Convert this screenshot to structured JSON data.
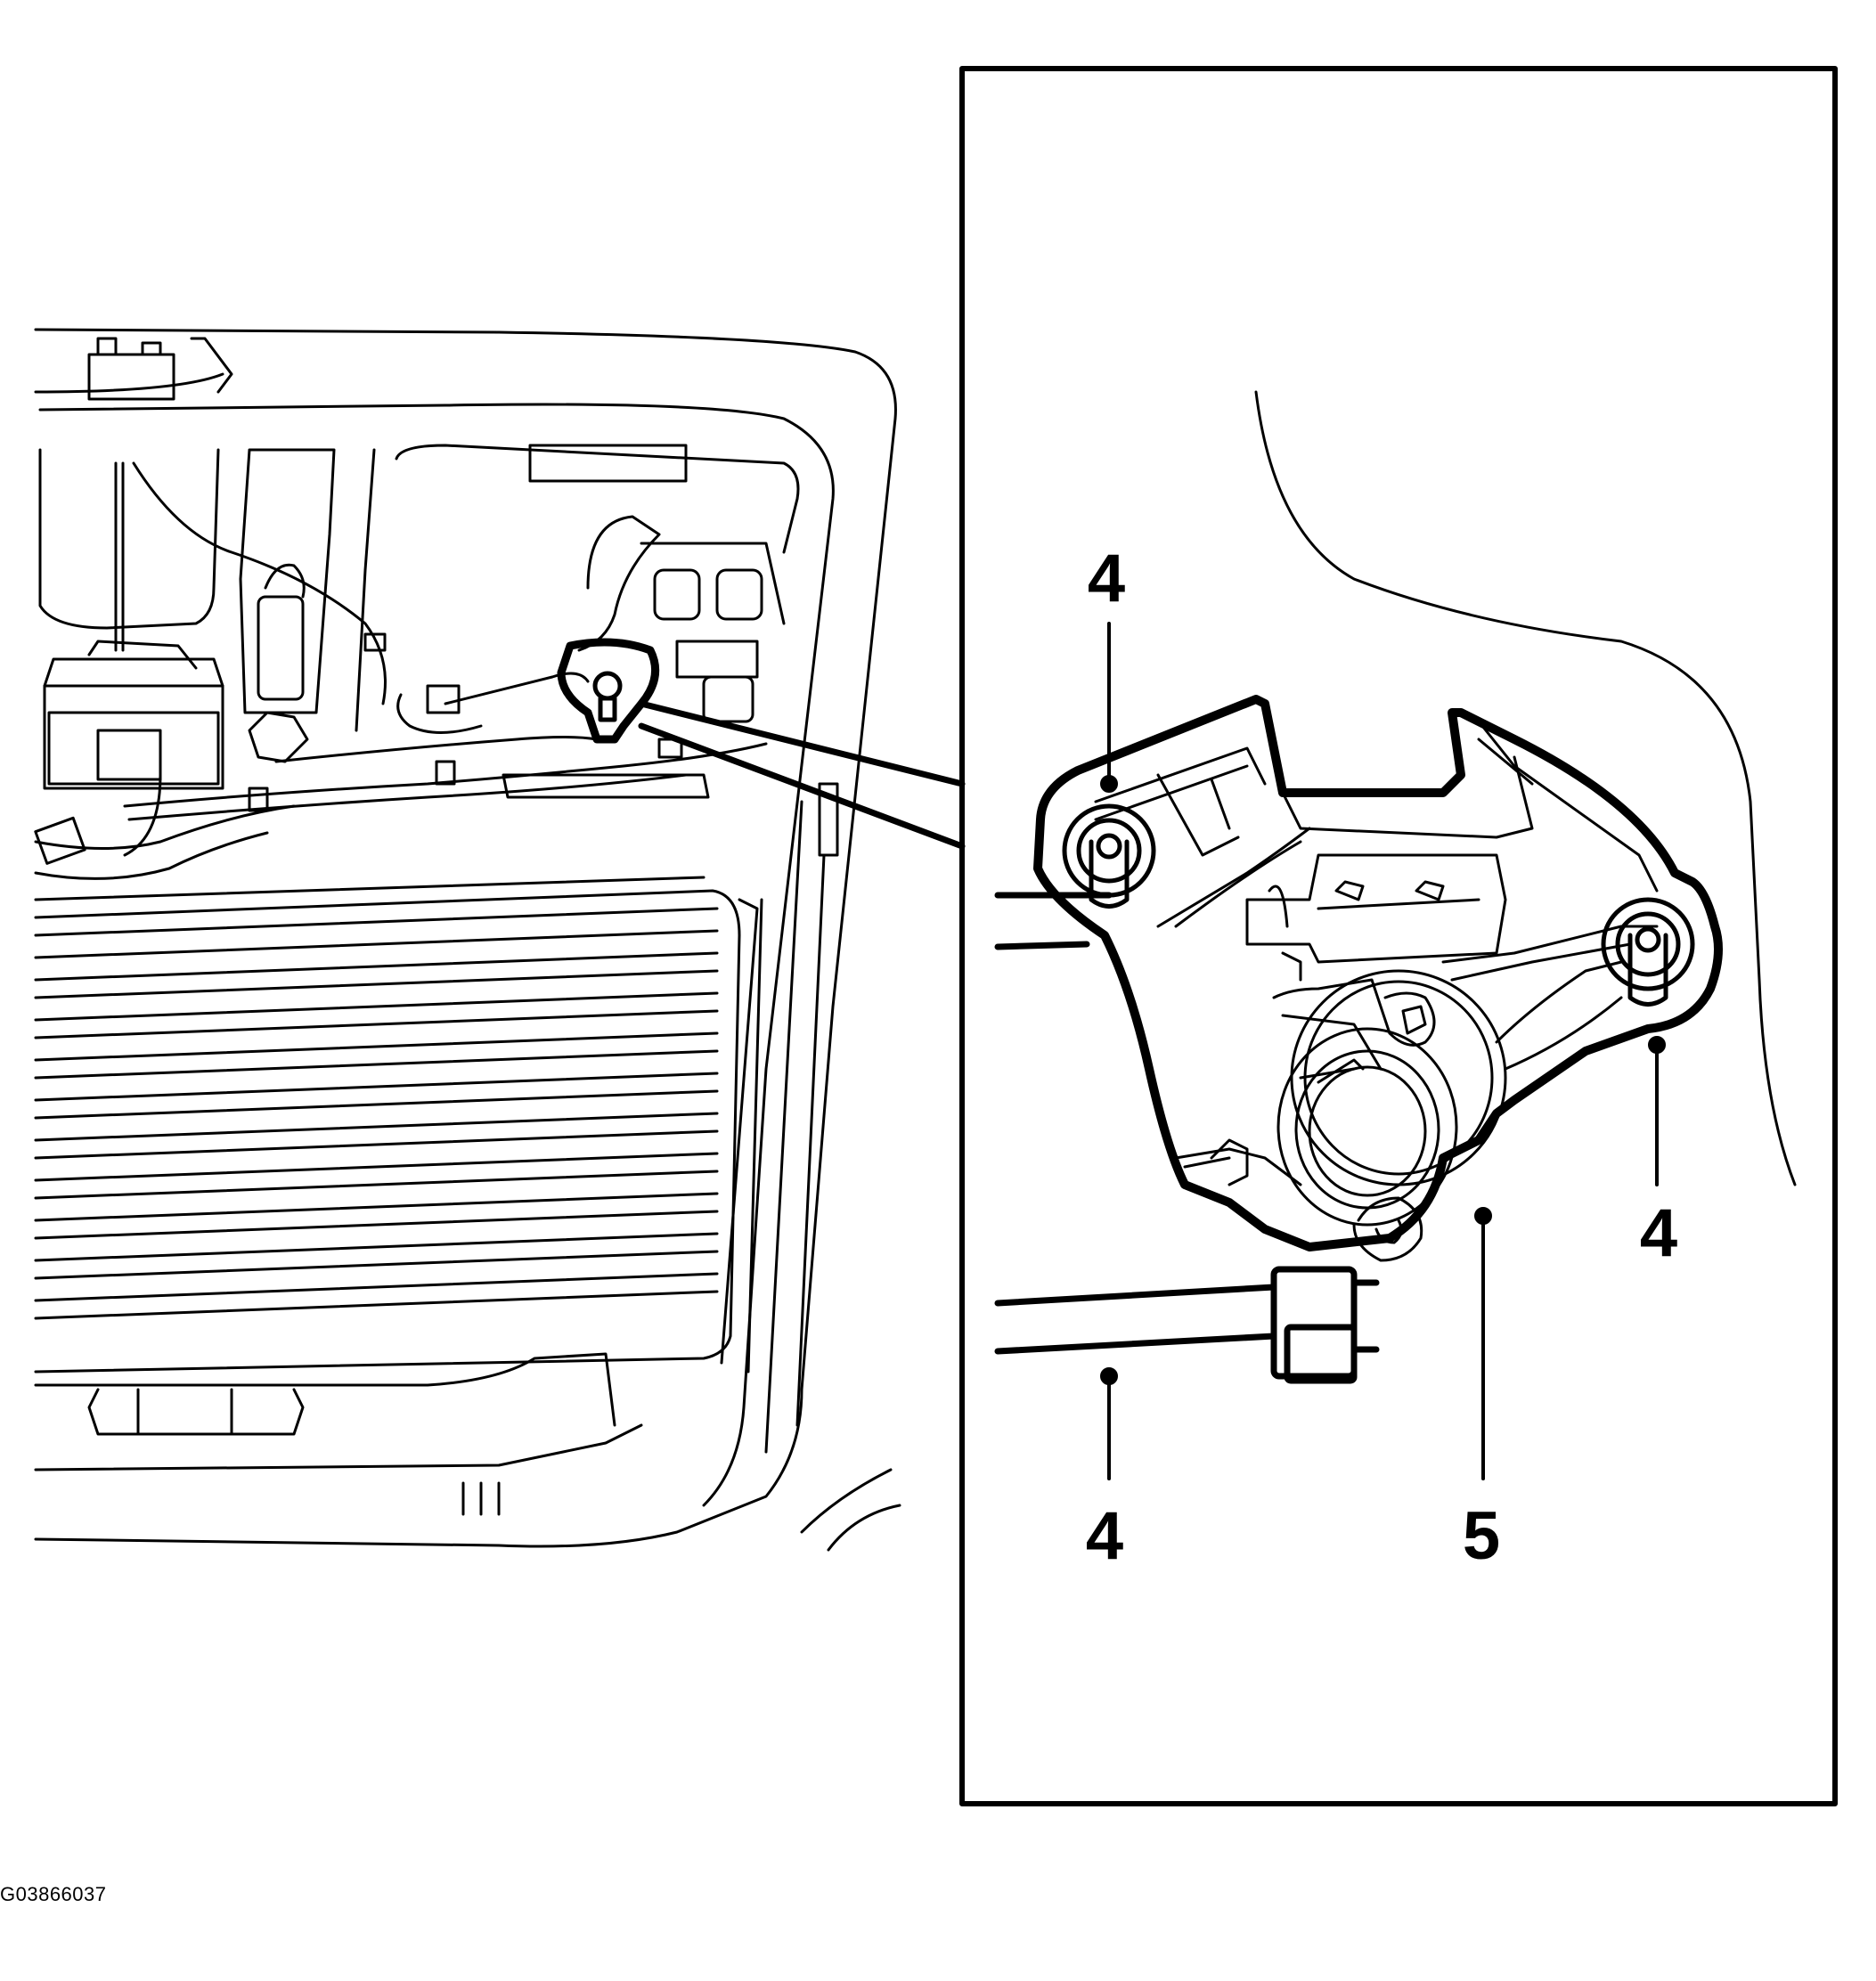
{
  "figure_id": "G03866037",
  "callouts": [
    {
      "id": "callout-4-top-left",
      "label": "4"
    },
    {
      "id": "callout-4-right",
      "label": "4"
    },
    {
      "id": "callout-4-bottom-left",
      "label": "4"
    },
    {
      "id": "callout-5",
      "label": "5"
    }
  ],
  "colors": {
    "line": "#000000",
    "background": "#ffffff"
  }
}
